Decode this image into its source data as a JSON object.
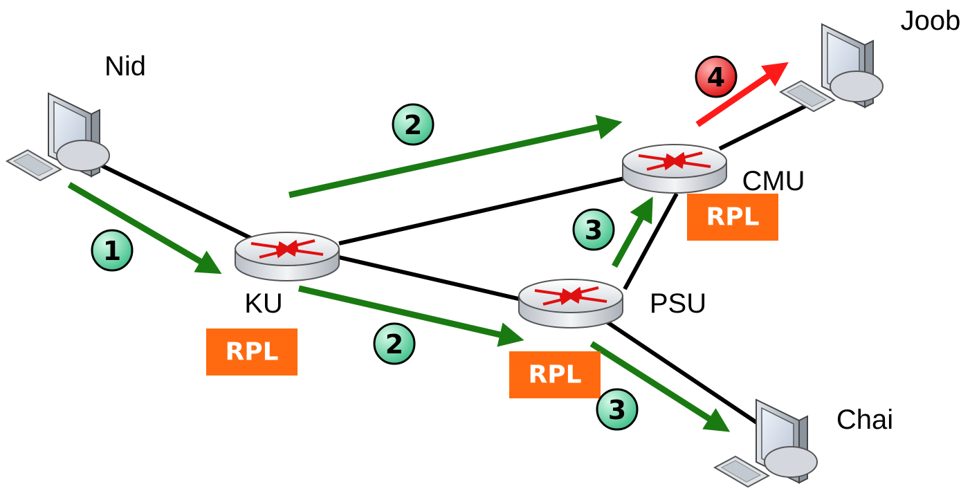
{
  "nodes": {
    "nid": "Nid",
    "joob": "Joob",
    "chai": "Chai",
    "ku": "KU",
    "cmu": "CMU",
    "psu": "PSU"
  },
  "tags": {
    "ku": "RPL",
    "cmu": "RPL",
    "psu": "RPL"
  },
  "steps": {
    "nid_to_ku": "1",
    "ku_to_cmu": "2",
    "ku_to_psu": "2",
    "psu_to_cmu": "3",
    "psu_to_chai": "3",
    "cmu_to_joob": "4"
  },
  "colors": {
    "link": "#000000",
    "flow": "#1a7a12",
    "final_flow": "#ff1a1a",
    "step_badge": "#7fe0b4",
    "final_badge": "#ff4040",
    "tag_bg": "#ff6a10"
  }
}
